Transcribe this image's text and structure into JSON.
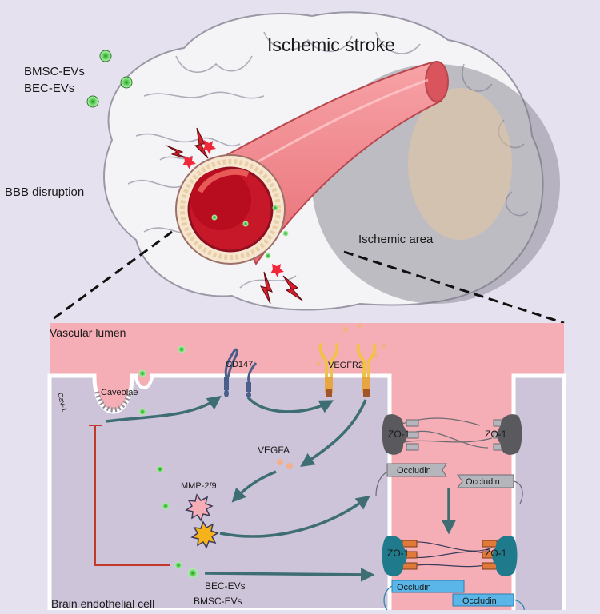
{
  "top": {
    "title": "Ischemic stroke",
    "ev_labels": [
      "BMSC-EVs",
      "BEC-EVs"
    ],
    "bbb_label": "BBB disruption",
    "area_label": "Ischemic area"
  },
  "cell": {
    "lumen_label": "Vascular lumen",
    "caveolae_label": "Caveolae",
    "cav_label": "Cav-1",
    "cd147_label": "CD147",
    "vegfr2_label": "VEGFR2",
    "vegfa_label": "VEGFA",
    "mmp_label": "MMP-2/9",
    "bec_evs_label": "BEC-EVs",
    "bmsc_evs_label": "BMSC-EVs",
    "cell_label": "Brain endothelial cell"
  },
  "junction": {
    "zo1_left": "ZO-1",
    "zo1_right": "ZO-1",
    "occludin_a": "Occludin",
    "occludin_b": "Occludin",
    "zo1_left_2": "ZO-1",
    "zo1_right_2": "ZO-1",
    "occludin_c": "Occludin",
    "occludin_d": "Occludin"
  },
  "colors": {
    "lumen": "#f6aeb6",
    "cytoplasm": "#cdc4d9",
    "arrow": "#3e6e74",
    "inhibit": "#c0392b",
    "ev_green": "#4cc34a"
  }
}
